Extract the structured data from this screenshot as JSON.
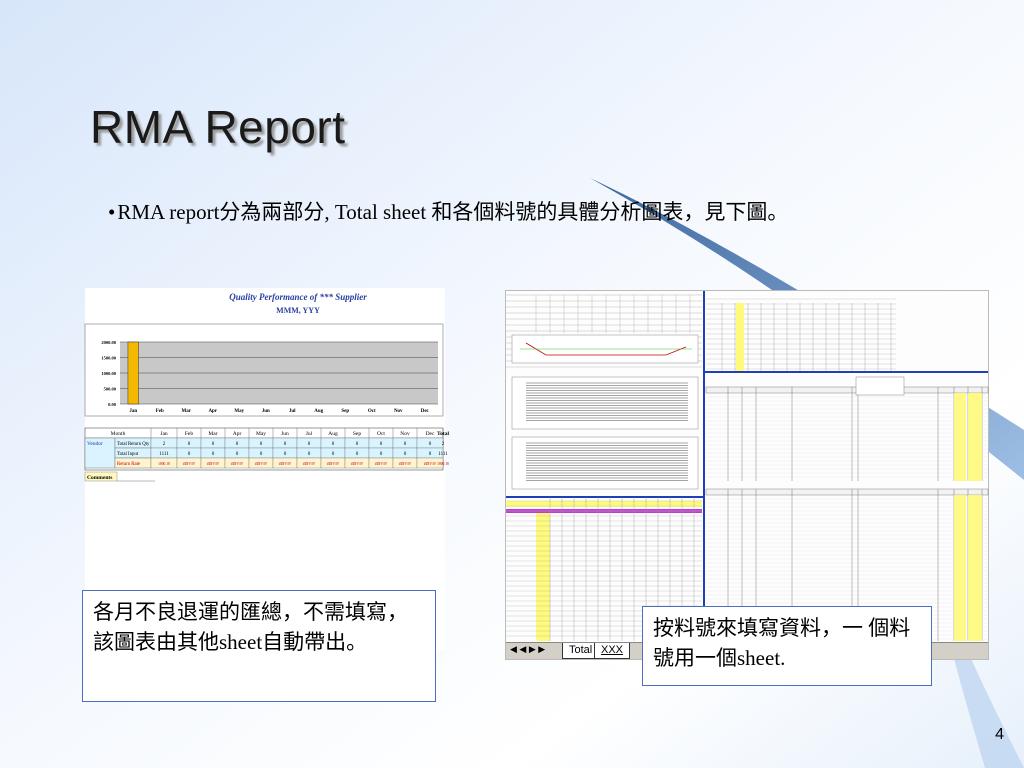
{
  "slide": {
    "title": "RMA Report",
    "bullet_marker": "•",
    "bullet_text": "RMA report分為兩部分, Total sheet 和各個料號的具體分析圖表，見下圖。",
    "page_number": "4"
  },
  "left_callout": {
    "text": "各月不良退運的匯總，不需填寫，該圖表由其他sheet自動帶出。"
  },
  "right_callout": {
    "text": "按料號來填寫資料，一 個料號用一個sheet."
  },
  "left_screenshot": {
    "title": "Quality Performance of *** Supplier",
    "subtitle": "MMM, YYY",
    "chart_data": {
      "type": "bar",
      "categories": [
        "Jan",
        "Feb",
        "Mar",
        "Apr",
        "May",
        "Jun",
        "Jul",
        "Aug",
        "Sep",
        "Oct",
        "Nov",
        "Dec"
      ],
      "values": [
        2000,
        0,
        0,
        0,
        0,
        0,
        0,
        0,
        0,
        0,
        0,
        0
      ],
      "yticks": [
        "2000.00",
        "1500.00",
        "1000.00",
        "500.00",
        "0.00"
      ],
      "ylim": [
        0,
        2000
      ]
    },
    "table": {
      "header": [
        "Month",
        "Jan",
        "Feb",
        "Mar",
        "Apr",
        "May",
        "Jun",
        "Jul",
        "Aug",
        "Sep",
        "Oct",
        "Nov",
        "Dec",
        "Total"
      ],
      "vendor_label": "Vendor",
      "rows": [
        {
          "label": "Total Return Qty",
          "values": [
            "2",
            "0",
            "0",
            "0",
            "0",
            "0",
            "0",
            "0",
            "0",
            "0",
            "0",
            "0",
            "2"
          ]
        },
        {
          "label": "Total Input",
          "values": [
            "1111",
            "0",
            "0",
            "0",
            "0",
            "0",
            "0",
            "0",
            "0",
            "0",
            "0",
            "0",
            "1111"
          ]
        },
        {
          "label": "Return Rate",
          "values": [
            "1800.18",
            "#DIV/0!",
            "#DIV/0!",
            "#DIV/0!",
            "#DIV/0!",
            "#DIV/0!",
            "#DIV/0!",
            "#DIV/0!",
            "#DIV/0!",
            "#DIV/0!",
            "#DIV/0!",
            "#DIV/0!",
            "1800.18"
          ]
        }
      ],
      "comments_label": "Comments"
    }
  },
  "right_screenshot": {
    "tabs": [
      "Total",
      "XXX"
    ],
    "nav_icon": "sheet-nav-arrows-icon"
  },
  "colors": {
    "slide_bg_top": "#e3eefb",
    "swoosh": "#3d6aa6",
    "callout_border": "#4a6fc0",
    "bar": "#f5b800"
  }
}
